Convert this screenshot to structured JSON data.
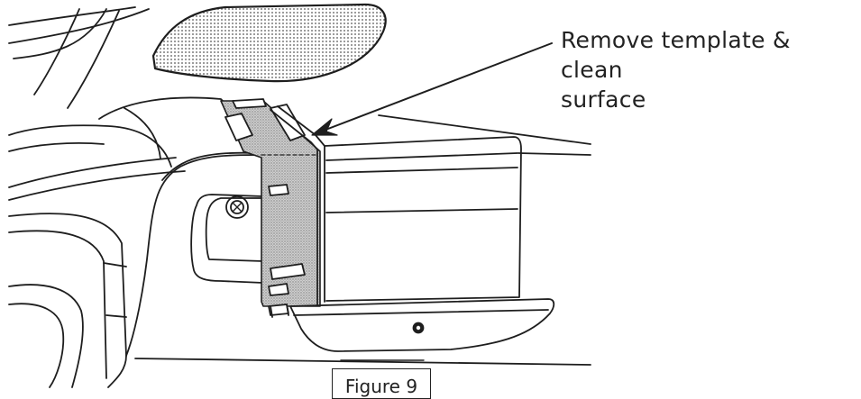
{
  "callout": {
    "line1": "Remove template & clean",
    "line2": "surface"
  },
  "caption": "Figure 9",
  "icons": {
    "screw": "screw-icon"
  }
}
